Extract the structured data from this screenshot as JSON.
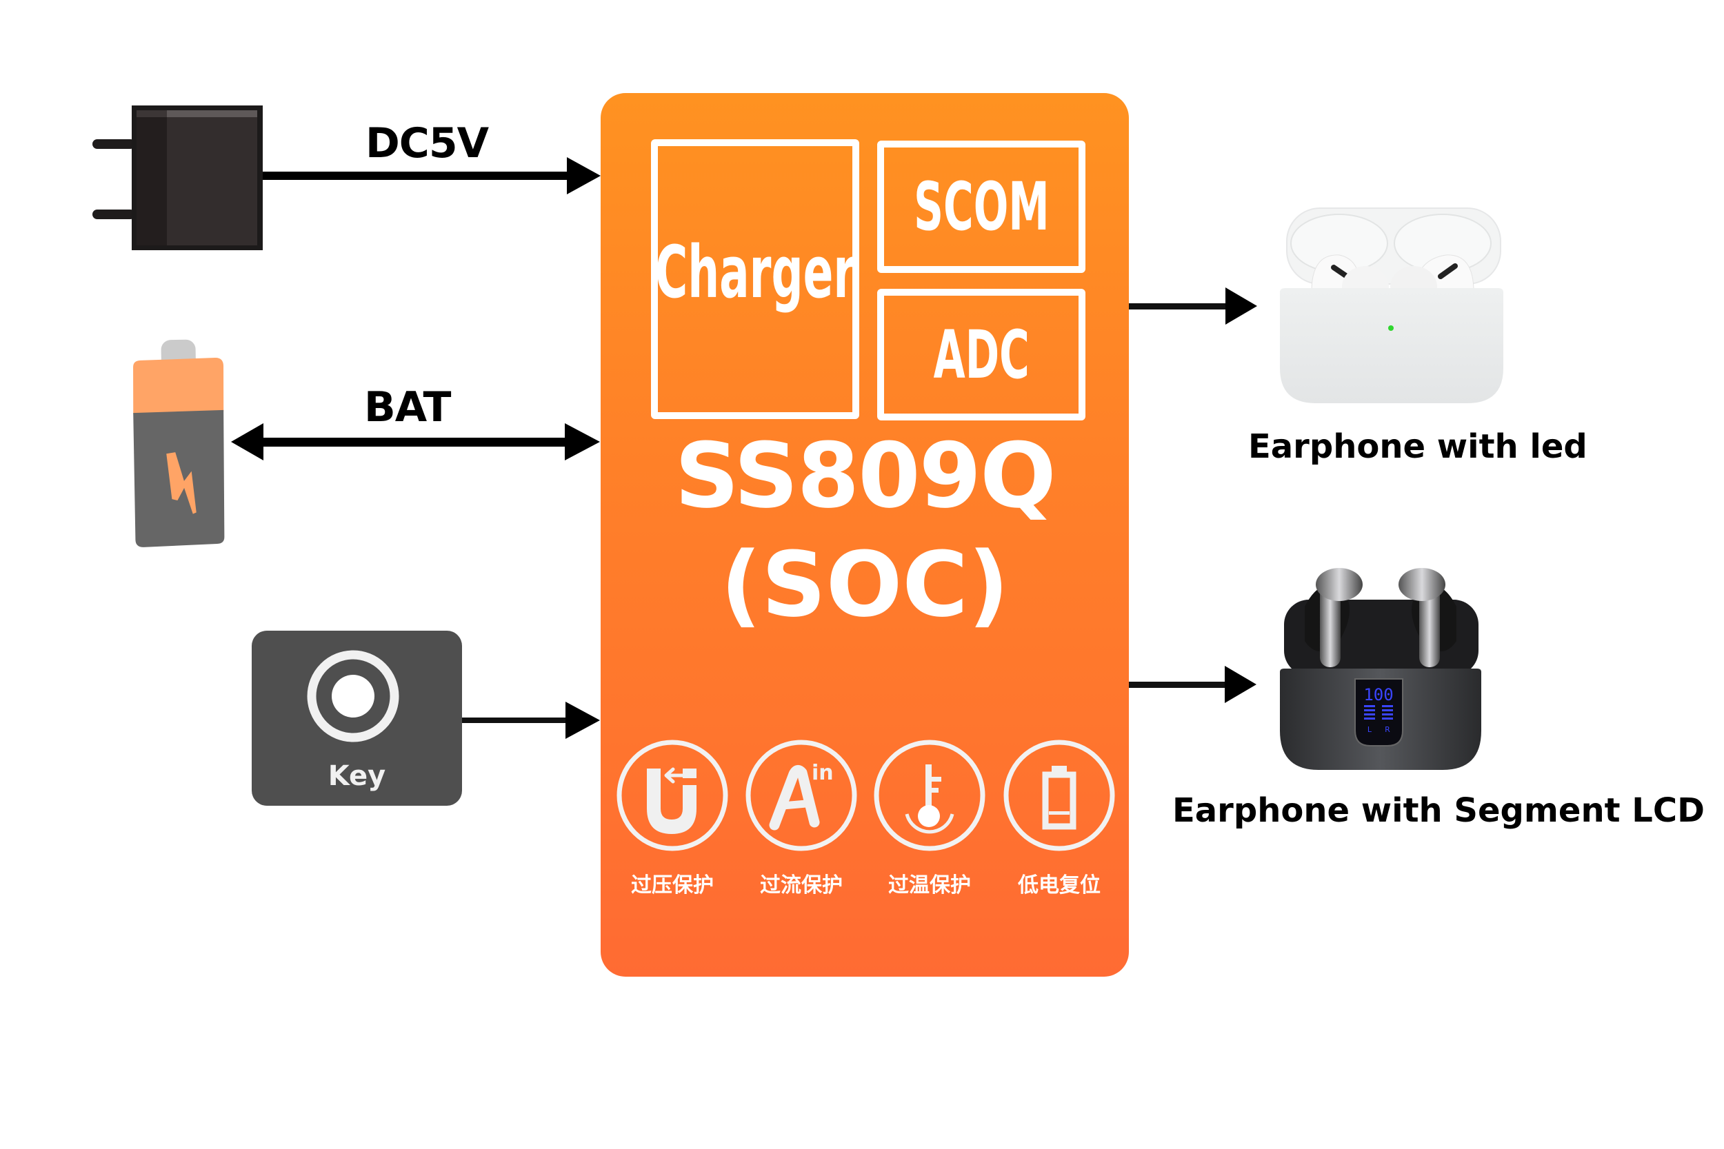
{
  "diagram": {
    "title": "SS809Q (SOC) block diagram",
    "colors": {
      "soc_top": "#ff9221",
      "soc_bottom": "#ff6b33",
      "arrow": "#000000",
      "key_body": "#4f4f4f",
      "battery_top": "#ffa466",
      "battery_body": "#666666",
      "plug_body": "#322d2d",
      "led_green": "#2fd62f",
      "lcd_blue": "#3a45ff"
    }
  },
  "inputs": {
    "power": {
      "label": "DC5V",
      "icon": "power-plug-icon",
      "direction": "to-soc"
    },
    "battery": {
      "label": "BAT",
      "icon": "battery-icon",
      "direction": "bidirectional"
    },
    "key": {
      "label": "Key",
      "icon": "button-icon",
      "direction": "to-soc"
    }
  },
  "soc": {
    "name_line1": "SS809Q",
    "name_line2": "(SOC)",
    "modules": [
      {
        "id": "charger",
        "label": "Charger"
      },
      {
        "id": "scom",
        "label": "SCOM"
      },
      {
        "id": "adc",
        "label": "ADC"
      }
    ],
    "protections": [
      {
        "icon": "overvoltage-icon",
        "label": "过压保护"
      },
      {
        "icon": "overcurrent-icon",
        "label": "过流保护"
      },
      {
        "icon": "overtemperature-icon",
        "label": "过温保护"
      },
      {
        "icon": "low-battery-icon",
        "label": "低电复位"
      }
    ]
  },
  "outputs": [
    {
      "label": "Earphone with led",
      "image": "earbuds-led-case"
    },
    {
      "label": "Earphone with Segment LCD",
      "image": "earbuds-lcd-case",
      "lcd_value": "100",
      "lcd_left": "L",
      "lcd_right": "R"
    }
  ]
}
